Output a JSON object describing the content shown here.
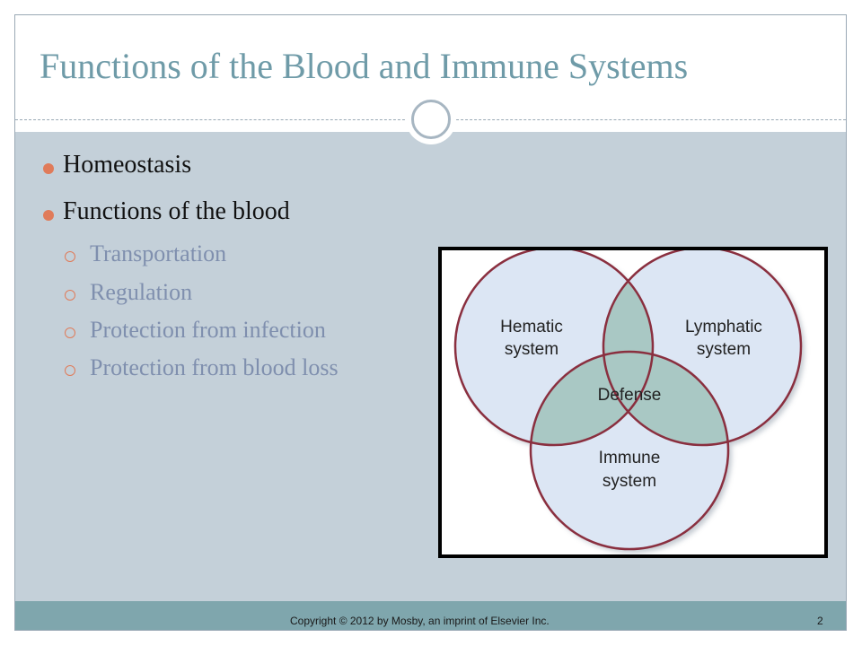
{
  "slide": {
    "title": "Functions of the Blood and Immune Systems",
    "bullets": [
      {
        "label": "Homeostasis"
      },
      {
        "label": "Functions of the blood"
      }
    ],
    "sub_bullets": [
      {
        "label": "Transportation"
      },
      {
        "label": "Regulation"
      },
      {
        "label": "Protection from infection"
      },
      {
        "label": "Protection from blood loss"
      }
    ],
    "diagram": {
      "circles": [
        {
          "line1": "Hematic",
          "line2": "system"
        },
        {
          "line1": "Lymphatic",
          "line2": "system"
        },
        {
          "line1": "Immune",
          "line2": "system"
        }
      ],
      "center_label": "Defense"
    },
    "footer": {
      "copyright": "Copyright © 2012 by Mosby, an imprint of Elsevier Inc.",
      "page_number": "2"
    },
    "colors": {
      "title": "#6f9ba8",
      "panel": "#c4d0d9",
      "bullet_marker": "#e07b5a",
      "sub_text": "#7f8fae",
      "circle_fill": "#dce6f4",
      "overlap_fill": "#a9c8c4",
      "circle_stroke": "#8a2f3f",
      "footer_bar": "#7fa6ad"
    }
  }
}
